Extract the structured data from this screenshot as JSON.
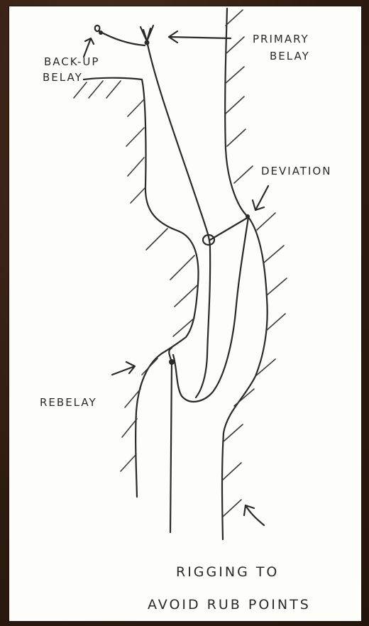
{
  "colors": {
    "frame": "#3a2416",
    "paper": "#fdfdf9",
    "ink": "#2a2a2a"
  },
  "labels": {
    "primary_belay": [
      "PRIMARY",
      "BELAY"
    ],
    "backup_belay": [
      "BACK-UP",
      "BELAY"
    ],
    "deviation": "DEVIATION",
    "rebelay": "REBELAY",
    "caption": [
      "RIGGING TO",
      "AVOID RUB POINTS"
    ]
  }
}
